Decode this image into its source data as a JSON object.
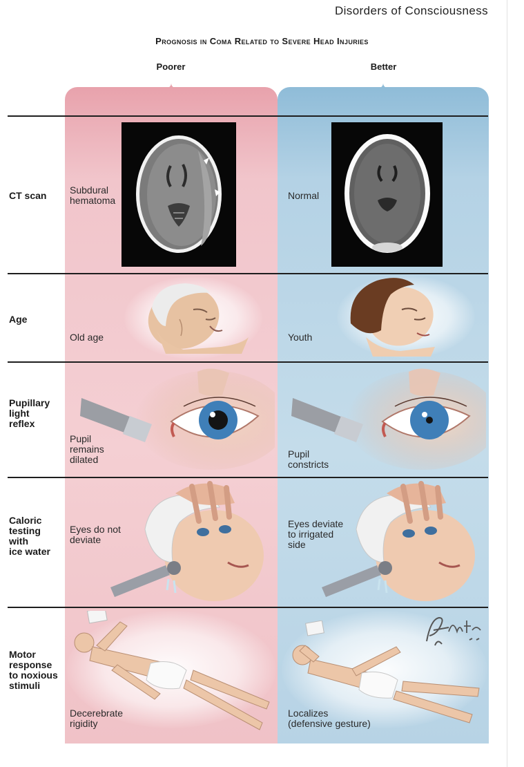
{
  "header": {
    "running_head": "Disorders of Consciousness",
    "figure_title": "Prognosis in Coma Related to Severe Head Injuries"
  },
  "columns": {
    "poorer": "Poorer",
    "better": "Better"
  },
  "rows": [
    {
      "label": "CT scan",
      "poorer": "Subdural\nhematoma",
      "better": "Normal"
    },
    {
      "label": "Age",
      "poorer": "Old age",
      "better": "Youth"
    },
    {
      "label": "Pupillary\nlight\nreflex",
      "poorer": "Pupil\nremains\ndilated",
      "better": "Pupil\nconstricts"
    },
    {
      "label": "Caloric\ntesting\nwith\nice water",
      "poorer": "Eyes do not\ndeviate",
      "better": "Eyes deviate\nto irrigated\nside"
    },
    {
      "label": "Motor\nresponse\nto noxious\nstimuli",
      "poorer": "Decerebrate\nrigidity",
      "better": "Localizes\n(defensive gesture)"
    }
  ],
  "colors": {
    "poorer_panel": "#f2c8cd",
    "better_panel": "#c2dbea",
    "rule": "#1e1e1e"
  },
  "icons": [
    "ct-scan-image",
    "head-illustration",
    "eye-illustration",
    "penlight-icon",
    "caloric-test-illustration",
    "body-illustration",
    "signature-mark"
  ]
}
